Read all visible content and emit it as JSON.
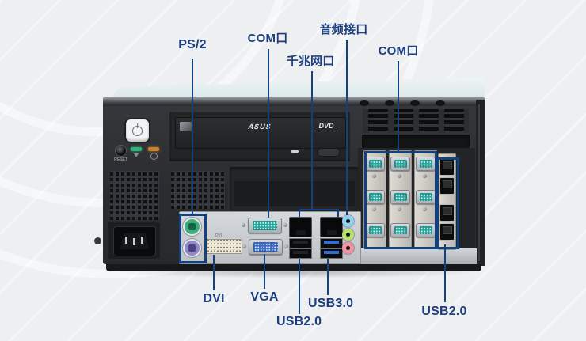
{
  "annotation_color": "#12417f",
  "labels": {
    "ps2": "PS/2",
    "com_top": "COM口",
    "lan": "千兆网口",
    "audio": "音频接口",
    "com_right": "COM口",
    "dvi": "DVI",
    "vga": "VGA",
    "usb3": "USB3.0",
    "usb2": "USB2.0",
    "usb2_right": "USB2.0"
  },
  "chassis": {
    "reset_label": "RESET",
    "dvd_drive": {
      "brand": "ASUS",
      "logo": "DVD"
    },
    "io_panel": {
      "dvi_print": "DVI"
    }
  },
  "ports_visible": {
    "front_panel": [
      "power-button",
      "reset-button",
      "hdd-led",
      "power-led"
    ],
    "rear_io": [
      "ps2-mouse",
      "ps2-keyboard",
      "dvi",
      "vga",
      "com",
      "lan",
      "lan",
      "usb2",
      "usb2",
      "usb3",
      "usb3",
      "audio-line-in",
      "audio-line-out",
      "audio-mic"
    ],
    "expansion_com_ports": 9,
    "expansion_usb2_ports": 4
  }
}
